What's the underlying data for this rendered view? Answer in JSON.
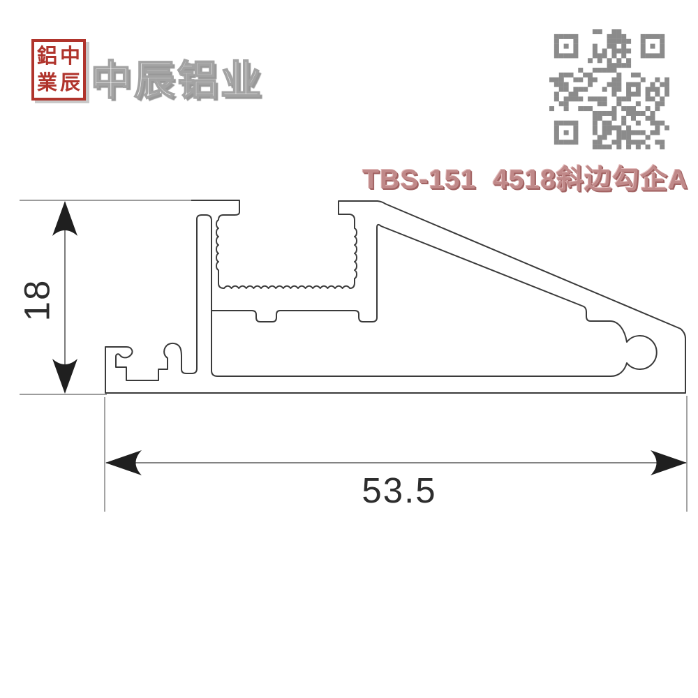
{
  "brand": {
    "name": "中辰铝业",
    "seal": {
      "chars": [
        "鋁",
        "中",
        "業",
        "辰"
      ],
      "color": "#b0342c"
    }
  },
  "qr": {
    "icon": "qr-code",
    "color": "#8b8b8b",
    "modules": 25
  },
  "product": {
    "code": "TBS-151",
    "name": "4518斜边勾企A",
    "label_color": "#c08989"
  },
  "drawing": {
    "type": "aluminium-profile-cross-section",
    "height_dim": "18",
    "width_dim": "53.5",
    "line_color": "#3a3a3a",
    "dim_line_color": "#7c7c7c",
    "arrow_color": "#1f1f1f"
  }
}
